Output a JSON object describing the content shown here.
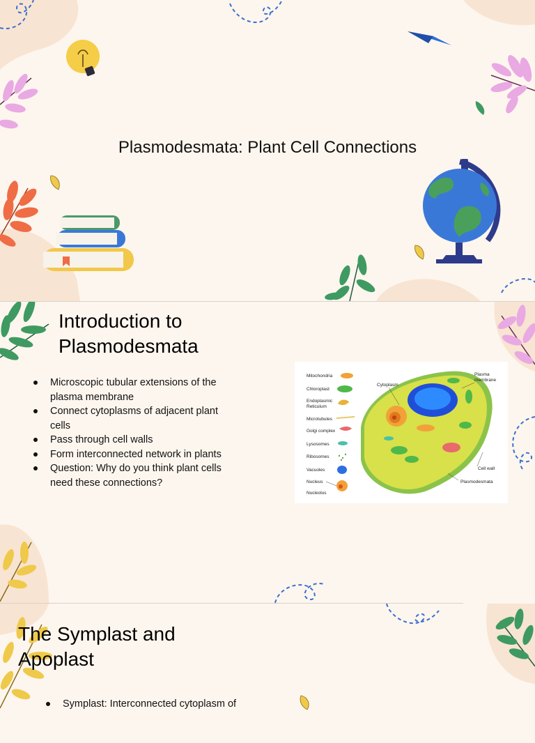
{
  "slide1": {
    "title": "Plasmodesmata: Plant Cell Connections"
  },
  "slide2": {
    "heading_line1": "Introduction to",
    "heading_line2": "Plasmodesmata",
    "bullets": [
      "Microscopic tubular extensions of the plasma membrane",
      "Connect cytoplasms of adjacent plant cells",
      "Pass through cell walls",
      "Form interconnected network in plants",
      "Question: Why do you think plant cells need these connections?"
    ],
    "diagram_labels": {
      "mitochondria": "Mitochondria",
      "chloroplast": "Chloroplast",
      "er_line1": "Endoplasmic",
      "er_line2": "Reticulum",
      "microtubules": "Microtubules",
      "golgi": "Golgi complex",
      "lysosomes": "Lysosomes",
      "ribosomes": "Ribosomes",
      "vacuoles": "Vacuoles",
      "nucleus": "Nucleus",
      "nucleolus": "Nucleolus",
      "cytoplasm": "Cytoplasm",
      "plasma_membrane_line1": "Plasma",
      "plasma_membrane_line2": "membrane",
      "cell_wall": "Cell wall",
      "plasmodesmata": "Plasmodesmata"
    }
  },
  "slide3": {
    "heading_line1": "The Symplast and",
    "heading_line2": "Apoplast",
    "bullets": [
      "Symplast: Interconnected cytoplasm of"
    ]
  },
  "colors": {
    "background": "#fdf6ee",
    "blob": "#f8e4d2",
    "leaf_orange": "#ef6c45",
    "leaf_pink": "#e9a9e3",
    "leaf_green": "#3f9a62",
    "leaf_yellow": "#efc94a",
    "dash_blue": "#3a6fcf"
  }
}
